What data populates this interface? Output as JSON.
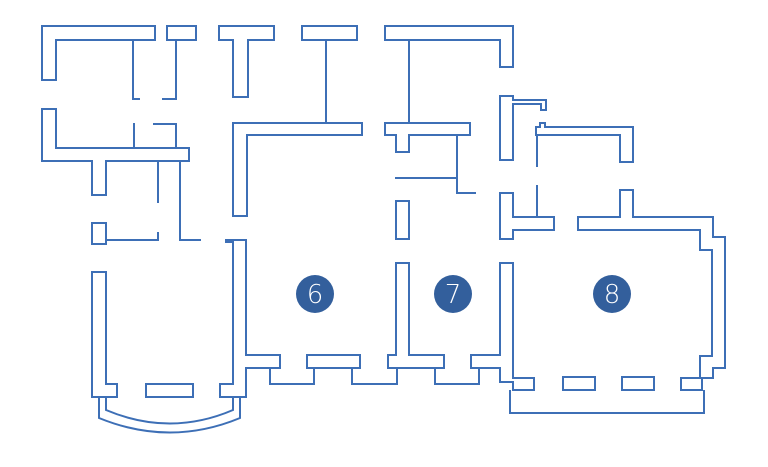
{
  "diagram": {
    "type": "floor-plan",
    "colors": {
      "wall_stroke": "#3d6fb6",
      "badge_fill": "#335f9c",
      "badge_text": "#ffffff",
      "background": "#ffffff"
    },
    "rooms": [
      {
        "label": "6"
      },
      {
        "label": "7"
      },
      {
        "label": "8"
      }
    ]
  }
}
